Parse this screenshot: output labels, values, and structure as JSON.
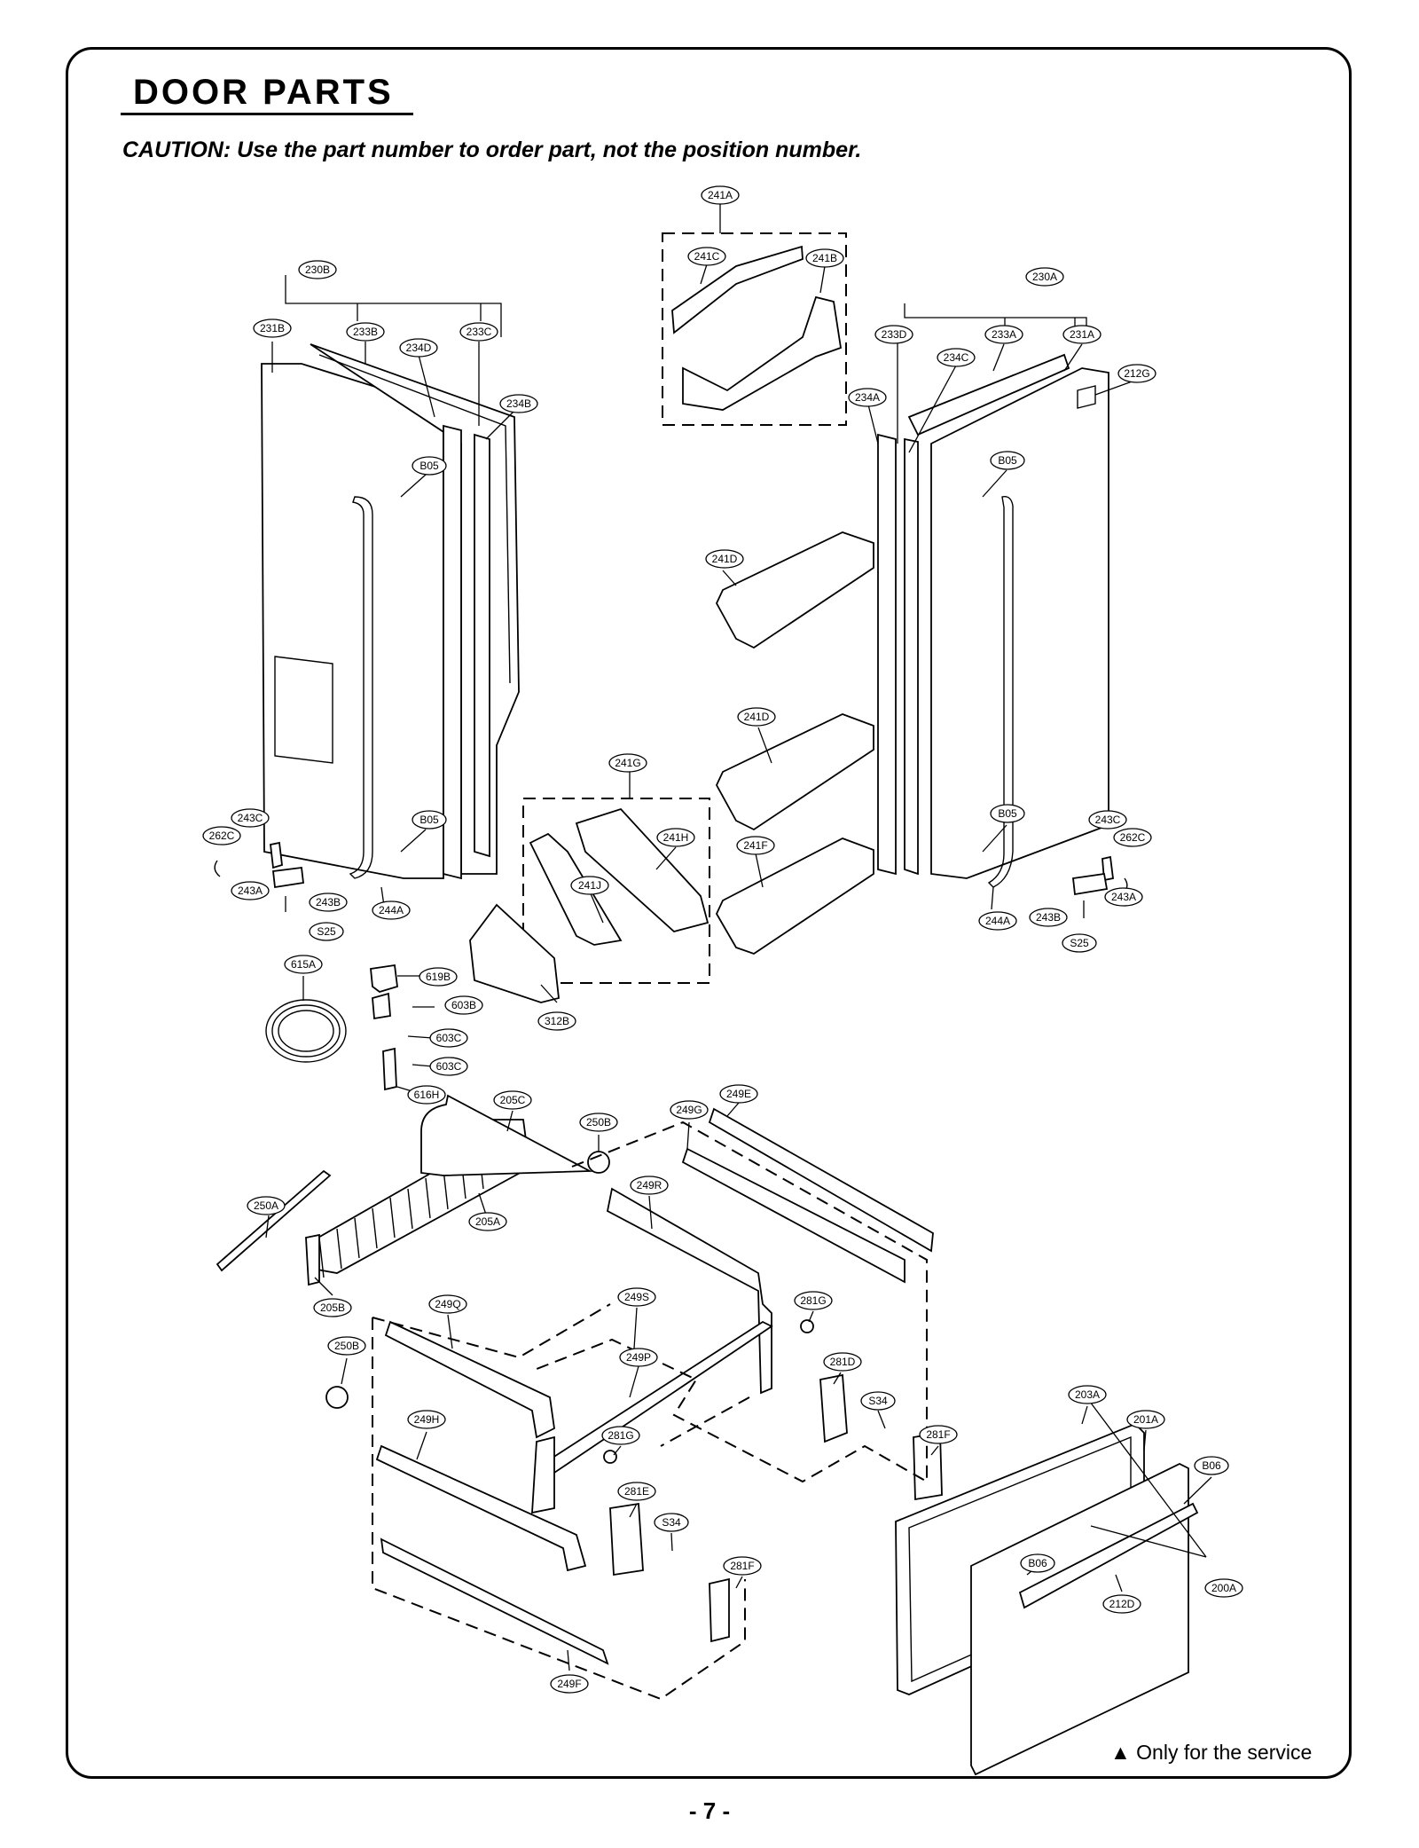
{
  "page": {
    "title": "DOOR PARTS",
    "caution": "CAUTION: Use the part number to order part, not the position number.",
    "service_note": "▲ Only for the service",
    "page_number": "- 7 -"
  },
  "callouts": [
    {
      "id": "c241A",
      "label": "241A"
    },
    {
      "id": "c241C",
      "label": "241C"
    },
    {
      "id": "c241B",
      "label": "241B"
    },
    {
      "id": "c230B",
      "label": "230B"
    },
    {
      "id": "c230A",
      "label": "230A"
    },
    {
      "id": "c231B",
      "label": "231B"
    },
    {
      "id": "c233B",
      "label": "233B"
    },
    {
      "id": "c234D",
      "label": "234D"
    },
    {
      "id": "c233C",
      "label": "233C"
    },
    {
      "id": "c234B",
      "label": "234B"
    },
    {
      "id": "c233D",
      "label": "233D"
    },
    {
      "id": "c233A",
      "label": "233A"
    },
    {
      "id": "c231A",
      "label": "231A"
    },
    {
      "id": "c234C",
      "label": "234C"
    },
    {
      "id": "c212G",
      "label": "212G"
    },
    {
      "id": "c234A",
      "label": "234A"
    },
    {
      "id": "cB05a",
      "label": "B05"
    },
    {
      "id": "cB05b",
      "label": "B05"
    },
    {
      "id": "cB05c",
      "label": "B05"
    },
    {
      "id": "cB05d",
      "label": "B05"
    },
    {
      "id": "c241Da",
      "label": "241D"
    },
    {
      "id": "c241Db",
      "label": "241D"
    },
    {
      "id": "c241G",
      "label": "241G"
    },
    {
      "id": "c241H",
      "label": "241H"
    },
    {
      "id": "c241J",
      "label": "241J"
    },
    {
      "id": "c241F",
      "label": "241F"
    },
    {
      "id": "c243Ca",
      "label": "243C"
    },
    {
      "id": "c262Ca",
      "label": "262C"
    },
    {
      "id": "c243Aa",
      "label": "243A"
    },
    {
      "id": "c243Ba",
      "label": "243B"
    },
    {
      "id": "c244Aa",
      "label": "244A"
    },
    {
      "id": "cS25a",
      "label": "S25"
    },
    {
      "id": "c243Cb",
      "label": "243C"
    },
    {
      "id": "c262Cb",
      "label": "262C"
    },
    {
      "id": "c243Ab",
      "label": "243A"
    },
    {
      "id": "c243Bb",
      "label": "243B"
    },
    {
      "id": "c244Ab",
      "label": "244A"
    },
    {
      "id": "cS25b",
      "label": "S25"
    },
    {
      "id": "c615A",
      "label": "615A"
    },
    {
      "id": "c619B",
      "label": "619B"
    },
    {
      "id": "c603Ba",
      "label": "603B"
    },
    {
      "id": "c603Ca",
      "label": "603C"
    },
    {
      "id": "c603Cb",
      "label": "603C"
    },
    {
      "id": "c616H",
      "label": "616H"
    },
    {
      "id": "c312B",
      "label": "312B"
    },
    {
      "id": "c205C",
      "label": "205C"
    },
    {
      "id": "c250Ba",
      "label": "250B"
    },
    {
      "id": "c249G",
      "label": "249G"
    },
    {
      "id": "c249E",
      "label": "249E"
    },
    {
      "id": "c250A",
      "label": "250A"
    },
    {
      "id": "c205A",
      "label": "205A"
    },
    {
      "id": "c249R",
      "label": "249R"
    },
    {
      "id": "c205B",
      "label": "205B"
    },
    {
      "id": "c249Q",
      "label": "249Q"
    },
    {
      "id": "c249S",
      "label": "249S"
    },
    {
      "id": "c281Ga",
      "label": "281G"
    },
    {
      "id": "c250Bb",
      "label": "250B"
    },
    {
      "id": "c249P",
      "label": "249P"
    },
    {
      "id": "c281D",
      "label": "281D"
    },
    {
      "id": "cS34a",
      "label": "S34"
    },
    {
      "id": "c249H",
      "label": "249H"
    },
    {
      "id": "c281Gb",
      "label": "281G"
    },
    {
      "id": "c281Fa",
      "label": "281F"
    },
    {
      "id": "c203A",
      "label": "203A"
    },
    {
      "id": "c201A",
      "label": "201A"
    },
    {
      "id": "cB06a",
      "label": "B06"
    },
    {
      "id": "c281E",
      "label": "281E"
    },
    {
      "id": "cS34b",
      "label": "S34"
    },
    {
      "id": "cB06b",
      "label": "B06"
    },
    {
      "id": "c200A",
      "label": "200A"
    },
    {
      "id": "c281Fb",
      "label": "281F"
    },
    {
      "id": "c212D",
      "label": "212D"
    },
    {
      "id": "c249F",
      "label": "249F"
    }
  ]
}
